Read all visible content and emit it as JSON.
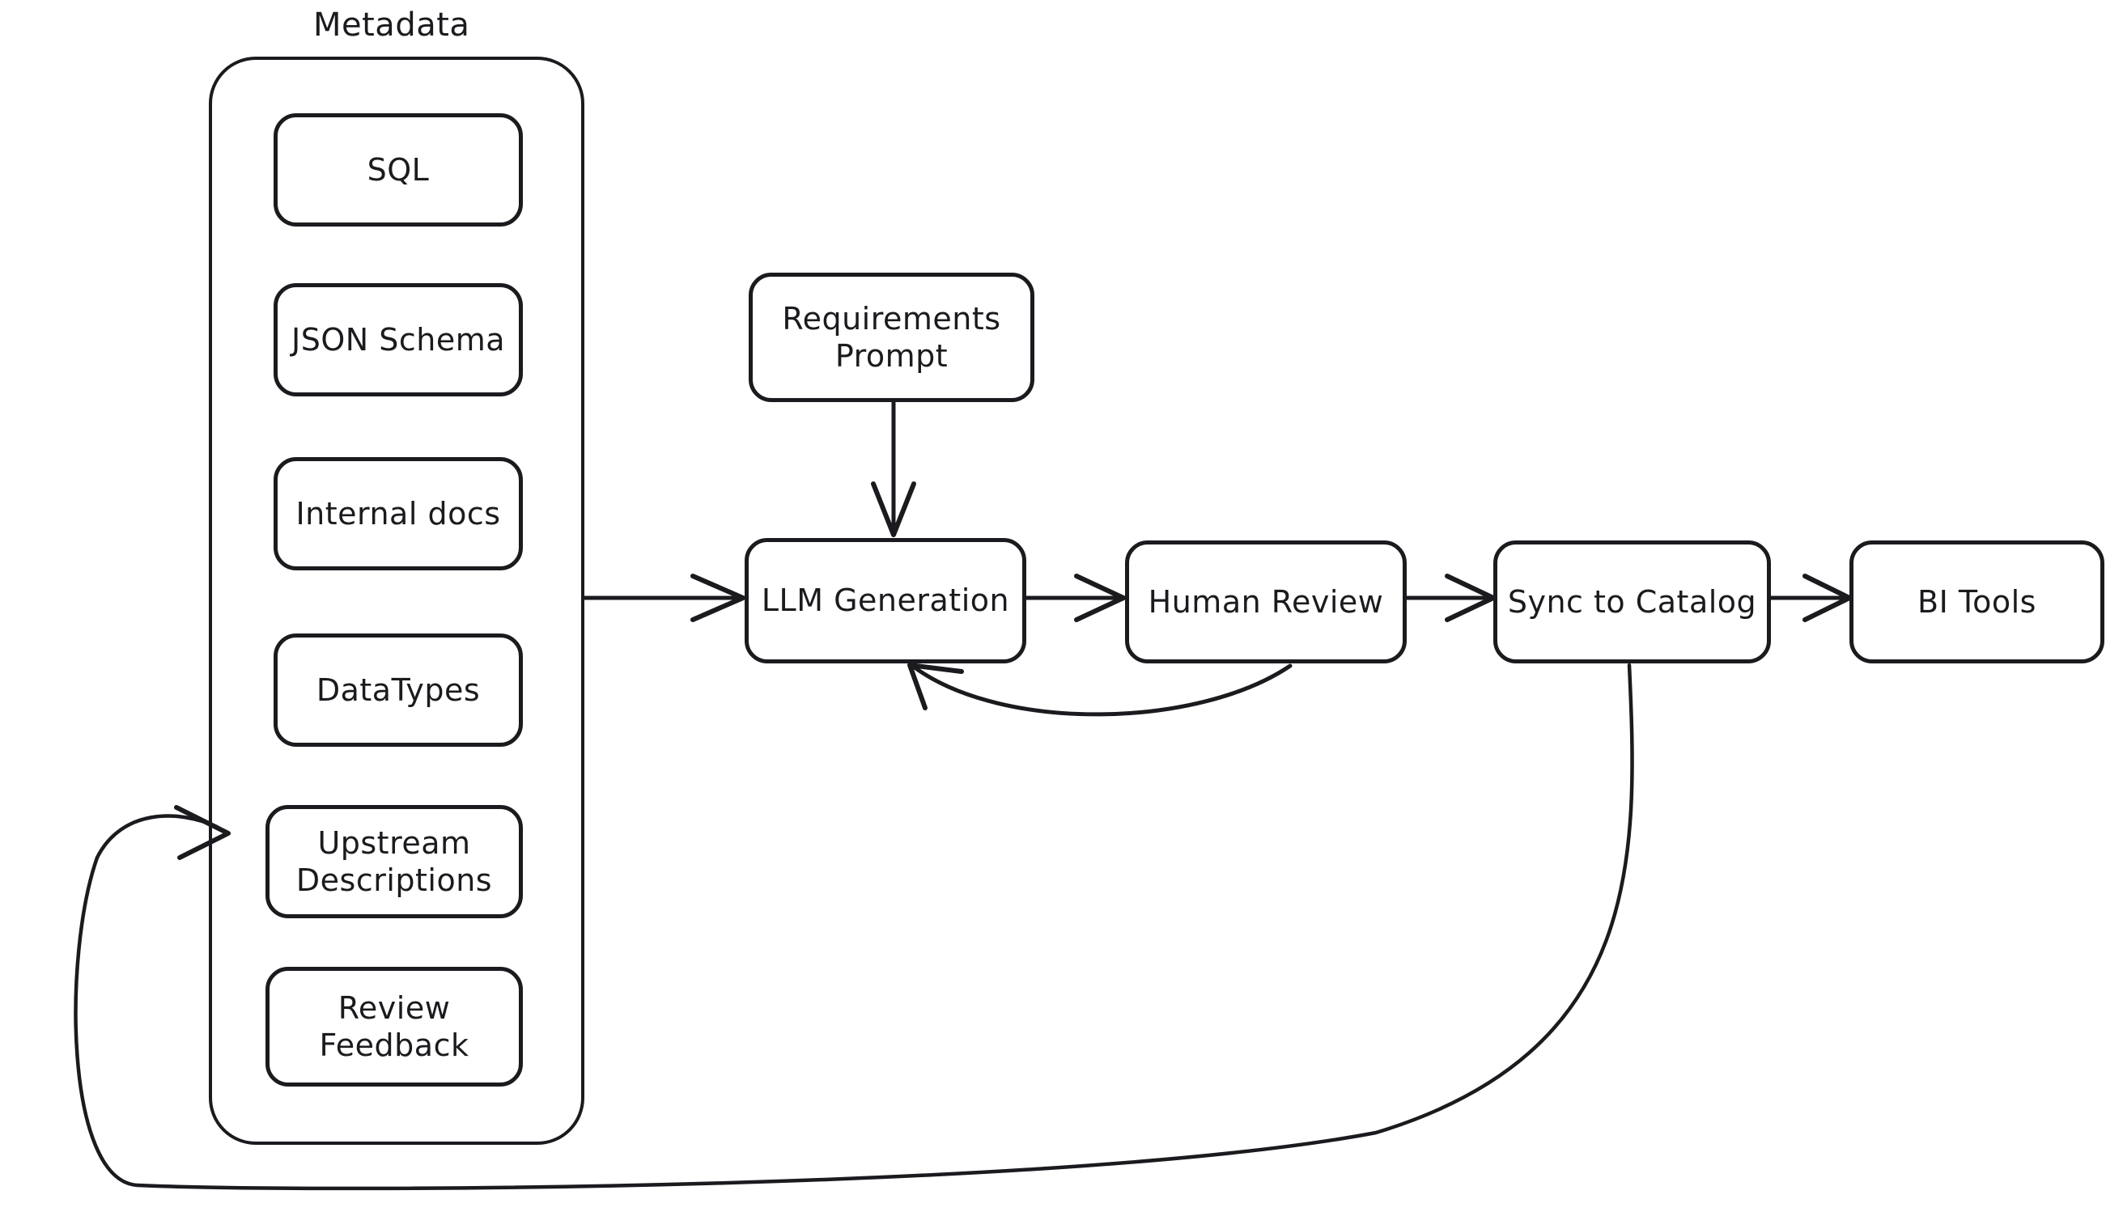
{
  "diagram": {
    "title": "",
    "style": "hand-drawn flowchart",
    "stroke_color": "#1b1b1f",
    "background_color": "#ffffff",
    "group": {
      "label": "Metadata",
      "items": [
        {
          "id": "sql",
          "label": "SQL"
        },
        {
          "id": "json-schema",
          "label": "JSON Schema"
        },
        {
          "id": "internal-docs",
          "label": "Internal docs"
        },
        {
          "id": "datatypes",
          "label": "DataTypes"
        },
        {
          "id": "upstream-descriptions",
          "label": "Upstream\nDescriptions"
        },
        {
          "id": "review-feedback",
          "label": "Review\nFeedback"
        }
      ]
    },
    "nodes": [
      {
        "id": "requirements-prompt",
        "label": "Requirements\nPrompt"
      },
      {
        "id": "llm-generation",
        "label": "LLM Generation"
      },
      {
        "id": "human-review",
        "label": "Human Review"
      },
      {
        "id": "sync-to-catalog",
        "label": "Sync to Catalog"
      },
      {
        "id": "bi-tools",
        "label": "BI Tools"
      }
    ],
    "edges": [
      {
        "id": "metadata-to-llm",
        "from": "Metadata",
        "to": "LLM Generation",
        "arrow": true
      },
      {
        "id": "requirements-to-llm",
        "from": "Requirements Prompt",
        "to": "LLM Generation",
        "arrow": true
      },
      {
        "id": "llm-to-review",
        "from": "LLM Generation",
        "to": "Human Review",
        "arrow": true
      },
      {
        "id": "review-to-sync",
        "from": "Human Review",
        "to": "Sync to Catalog",
        "arrow": true
      },
      {
        "id": "sync-to-bi",
        "from": "Sync to Catalog",
        "to": "BI Tools",
        "arrow": true
      },
      {
        "id": "review-back-to-llm",
        "from": "Human Review",
        "to": "LLM Generation",
        "arrow": true
      },
      {
        "id": "sync-back-to-upstream",
        "from": "Sync to Catalog",
        "to": "Upstream Descriptions",
        "arrow": true
      }
    ]
  }
}
